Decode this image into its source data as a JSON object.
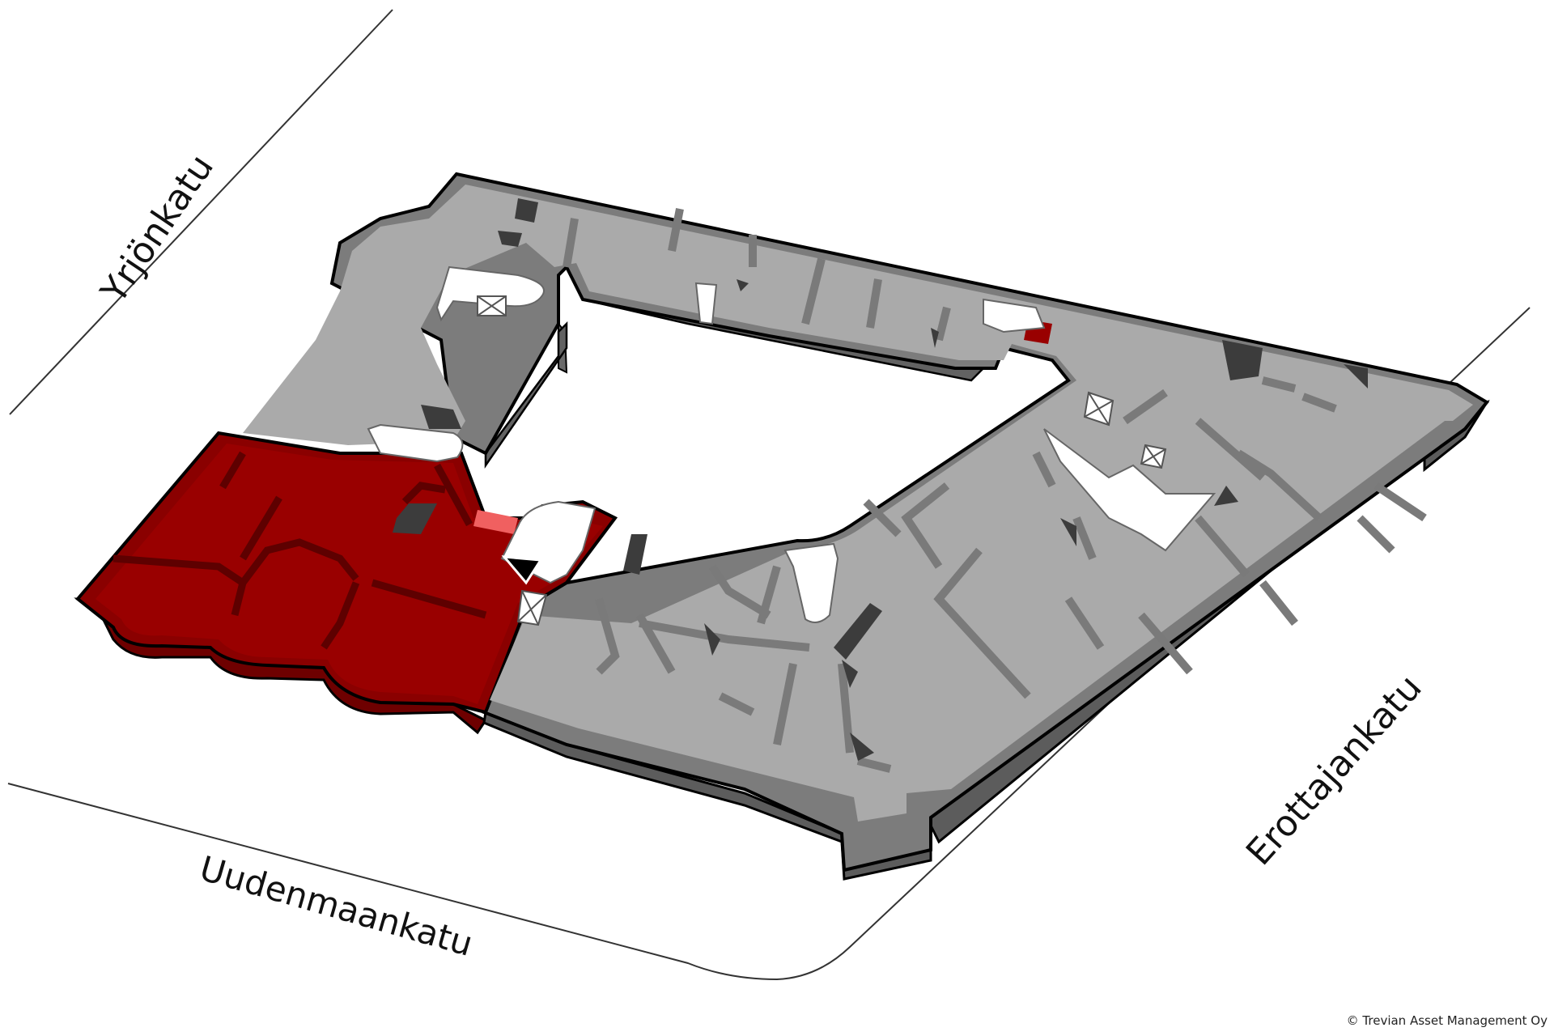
{
  "map": {
    "title": "Building floor plan",
    "highlight_color": "#990000",
    "highlight_edge_color": "#6e0000",
    "floor_color": "#a9a9a9",
    "wall_color": "#7a7a7a",
    "extrusion_color": "#666666",
    "dark_fixture_color": "#3c3c3c",
    "stair_color": "#ffffff",
    "current_location_marker": "you-are-here-arrow"
  },
  "streets": [
    {
      "name": "Yrjönkatu"
    },
    {
      "name": "Uudenmaankatu"
    },
    {
      "name": "Erottajankatu"
    }
  ],
  "copyright": "© Trevian Asset Management Oy"
}
